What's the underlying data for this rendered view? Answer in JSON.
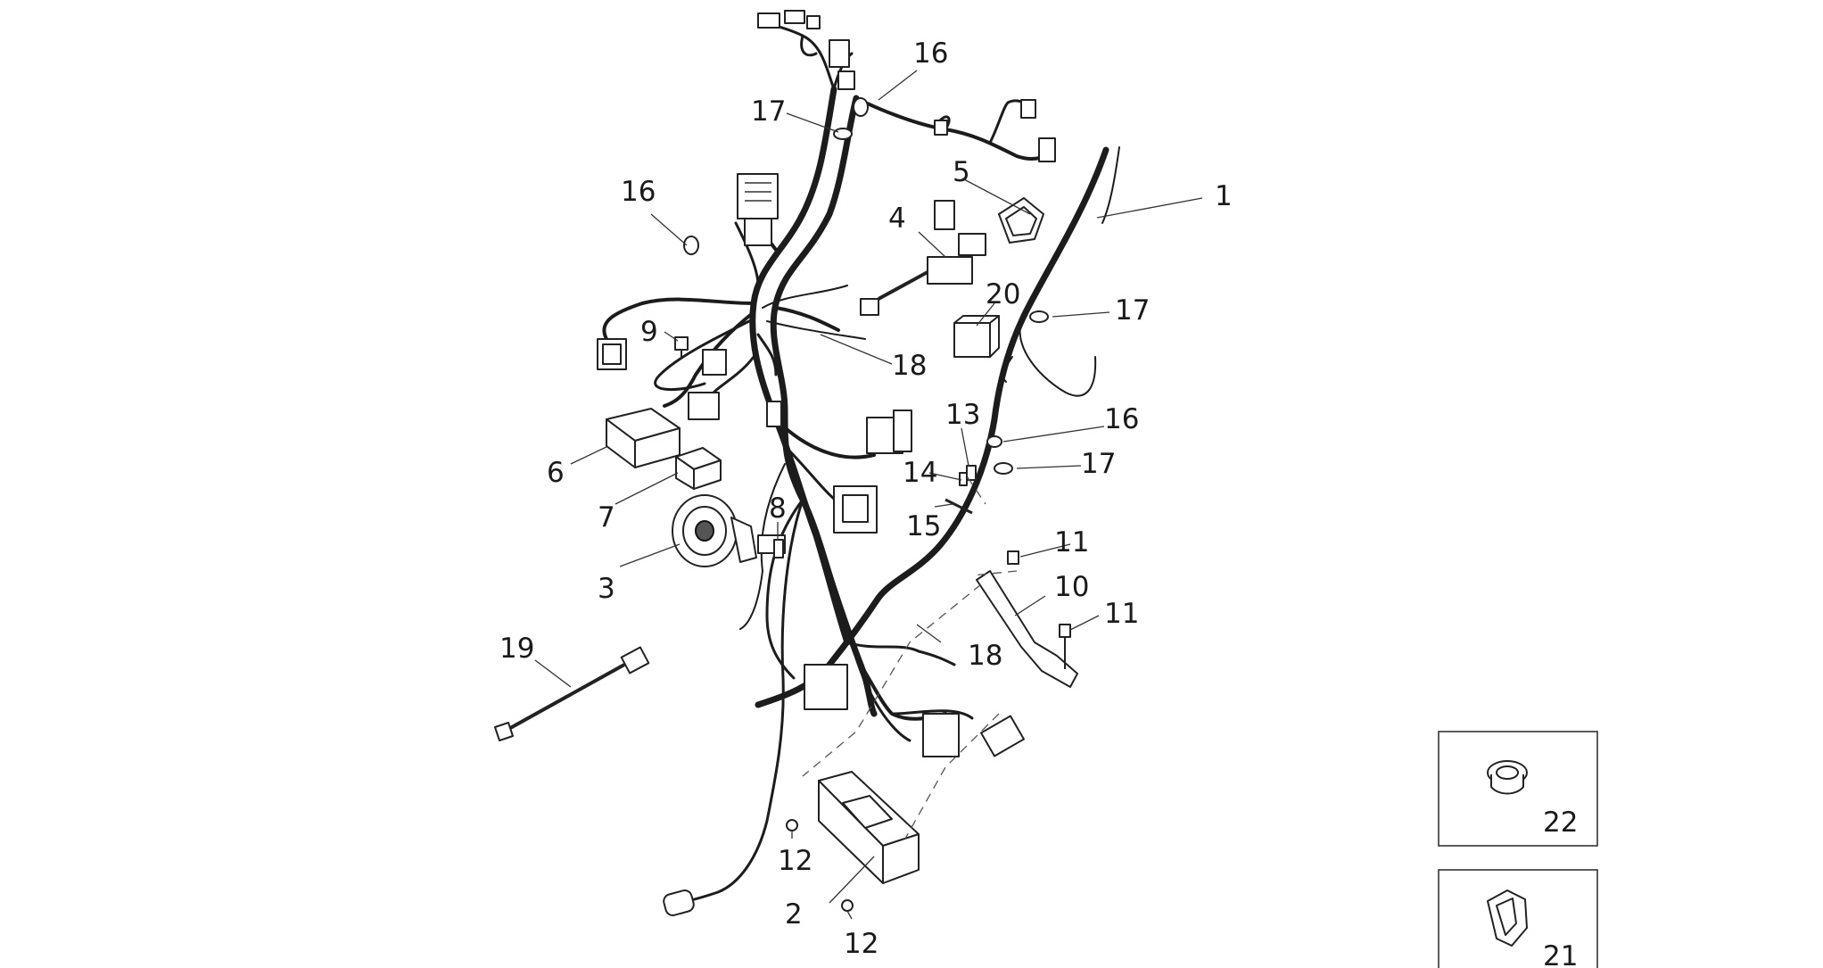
{
  "callouts": [
    "1",
    "2",
    "3",
    "4",
    "5",
    "6",
    "7",
    "8",
    "9",
    "10",
    "11",
    "12",
    "13",
    "14",
    "15",
    "16",
    "17",
    "18",
    "19",
    "20",
    "21",
    "22"
  ],
  "labels": {
    "c1": "1",
    "c2": "2",
    "c3": "3",
    "c4": "4",
    "c5": "5",
    "c6": "6",
    "c7": "7",
    "c8": "8",
    "c9": "9",
    "c10": "10",
    "c11a": "11",
    "c11b": "11",
    "c12a": "12",
    "c12b": "12",
    "c13": "13",
    "c14": "14",
    "c15": "15",
    "c16a": "16",
    "c16b": "16",
    "c16c": "16",
    "c17a": "17",
    "c17b": "17",
    "c17c": "17",
    "c18a": "18",
    "c18b": "18",
    "c19": "19",
    "c20": "20",
    "c21": "21",
    "c22": "22"
  },
  "colors": {
    "line": "#1c1c1c",
    "background": "#ffffff"
  }
}
